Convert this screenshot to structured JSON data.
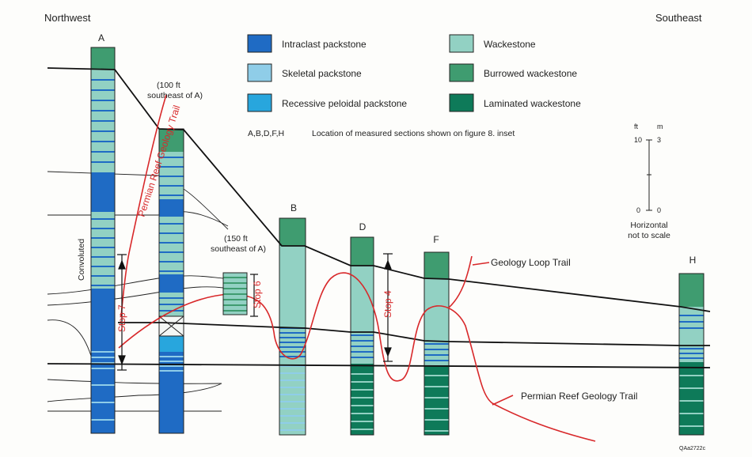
{
  "orientation": {
    "left": "Northwest",
    "right": "Southeast"
  },
  "legend": [
    {
      "label": "Intraclast packstone",
      "color": "#1f6bc4"
    },
    {
      "label": "Skeletal packstone",
      "color": "#8fcde8"
    },
    {
      "label": "Recessive peloidal packstone",
      "color": "#28a6dd"
    },
    {
      "label": "Wackestone",
      "color": "#92d1c3"
    },
    {
      "label": "Burrowed wackestone",
      "color": "#3f9c70"
    },
    {
      "label": "Laminated wackestone",
      "color": "#0e7a59"
    }
  ],
  "sections_note": {
    "ids": "A,B,D,F,H",
    "text": "Location of measured sections shown on figure 8. inset"
  },
  "sections": {
    "A": "A",
    "B": "B",
    "D": "D",
    "F": "F",
    "H": "H"
  },
  "labels": {
    "sec100_l1": "(100 ft",
    "sec100_l2": "southeast of A)",
    "sec150_l1": "(150 ft",
    "sec150_l2": "southeast of A)",
    "convoluted": "Convoluted",
    "trail_vertical": "Permian Reef Geology Trail",
    "loop_trail": "Geology Loop Trail",
    "reef_trail": "Permian Reef Geology Trail",
    "stop7": "Stop 7",
    "stop6": "Stop 6",
    "stop4": "Stop 4",
    "figure_id": "QAa2722c"
  },
  "scale": {
    "ft_unit": "ft",
    "m_unit": "m",
    "ft_top": "10",
    "m_top": "3",
    "ft_bottom": "0",
    "m_bottom": "0",
    "note_l1": "Horizontal",
    "note_l2": "not to scale"
  },
  "colors": {
    "intraclast": "#1f6bc4",
    "skeletal": "#8fcde8",
    "peloidal": "#28a6dd",
    "wackestone": "#92d1c3",
    "burrowed": "#3f9c70",
    "laminated": "#0e7a59",
    "trail": "#d8282a",
    "line": "#111111"
  }
}
